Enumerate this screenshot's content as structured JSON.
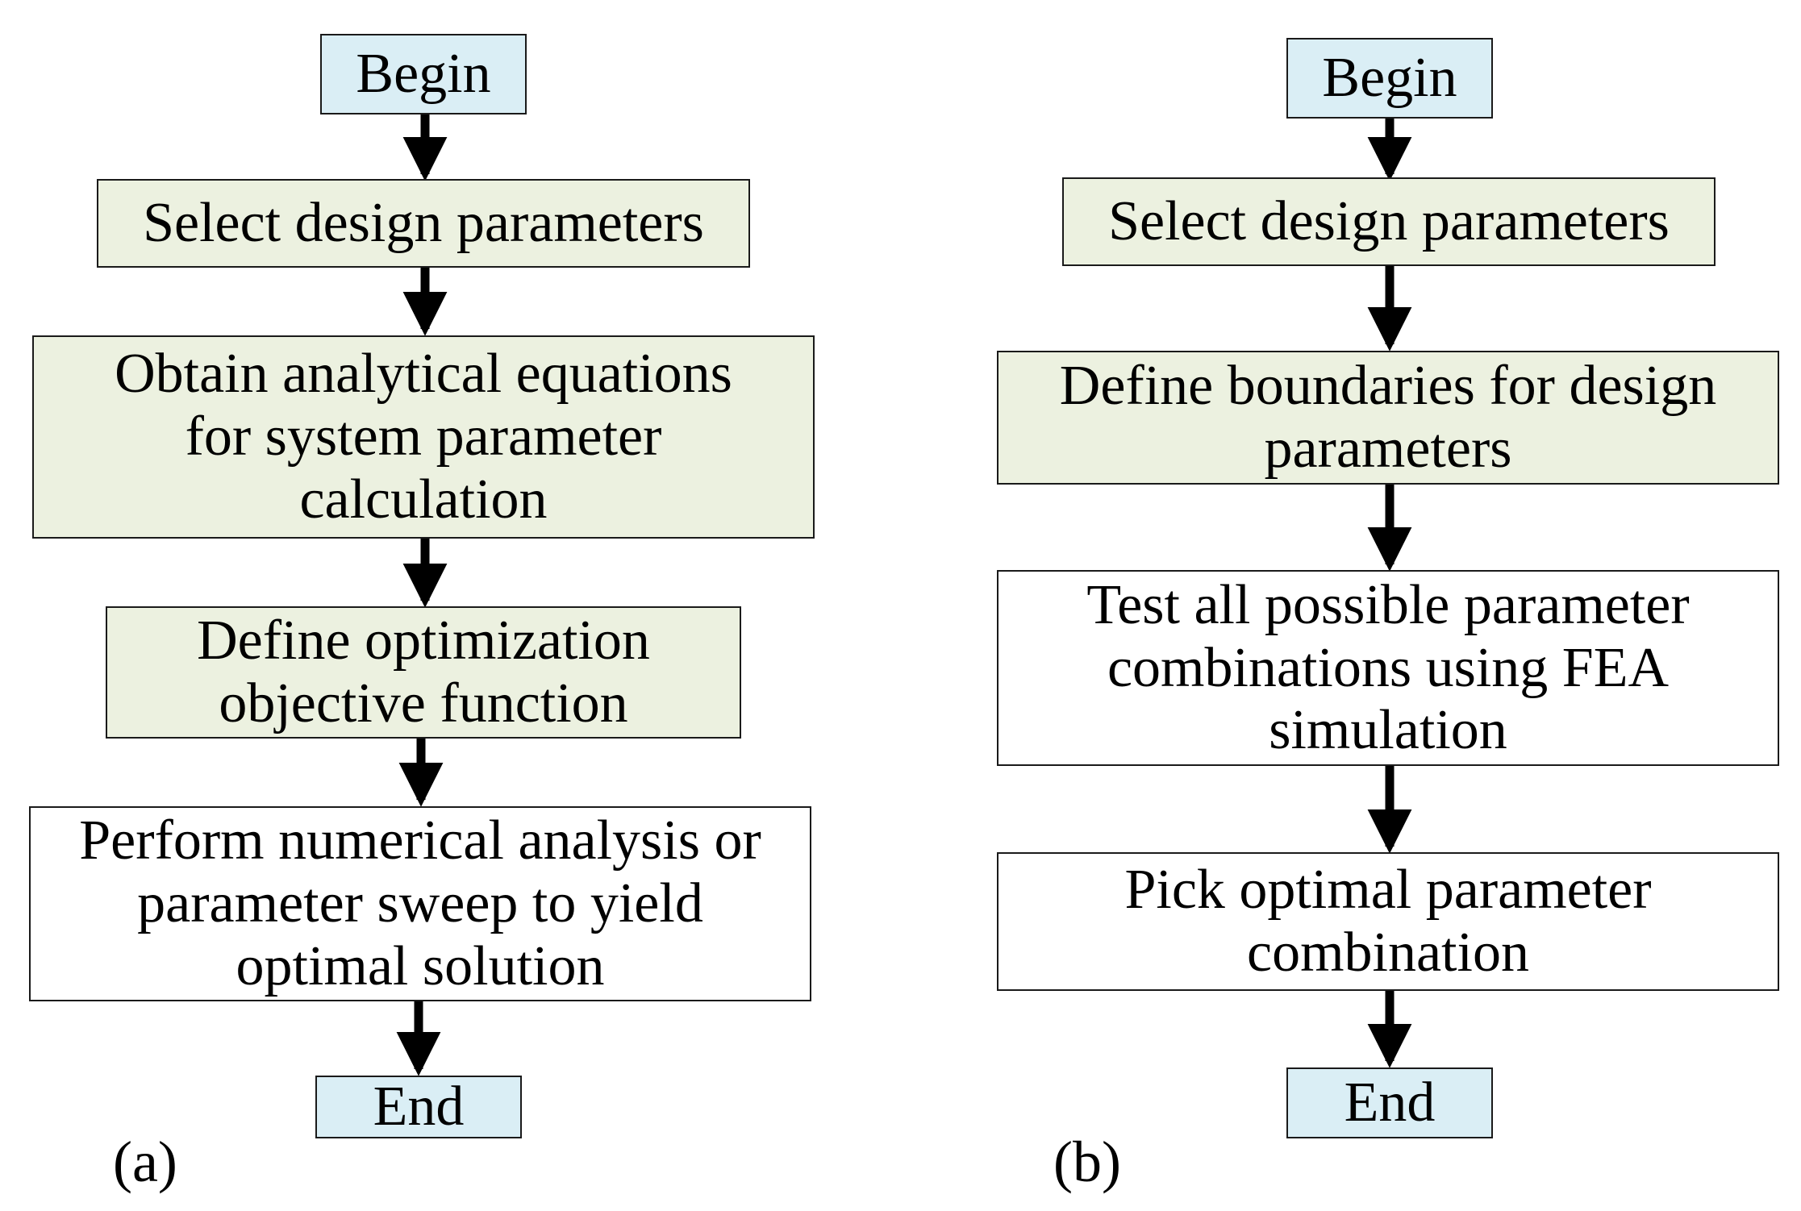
{
  "flowchart_a": {
    "label": "(a)",
    "begin": "Begin",
    "step1": "Select design parameters",
    "step2": "Obtain  analytical equations\nfor system parameter\ncalculation",
    "step3": "Define optimization\nobjective function",
    "step4": "Perform numerical analysis or\nparameter sweep to yield\noptimal solution",
    "end": "End"
  },
  "flowchart_b": {
    "label": "(b)",
    "begin": "Begin",
    "step1": "Select design parameters",
    "step2": "Define boundaries for design\nparameters",
    "step3": "Test all possible parameter\ncombinations using FEA\nsimulation",
    "step4": "Pick optimal parameter\ncombination",
    "end": "End"
  },
  "colors": {
    "terminal_fill": "#daeef5",
    "process_fill": "#ecf1e0",
    "plain_fill": "#ffffff",
    "stroke": "#1a1a1a"
  }
}
